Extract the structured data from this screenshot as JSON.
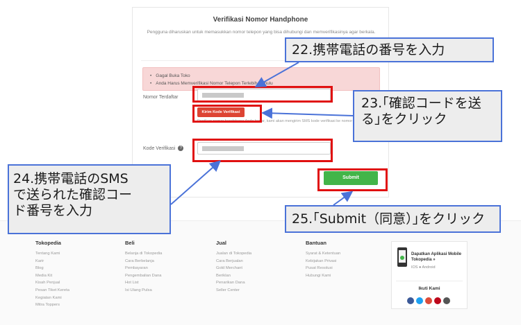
{
  "card": {
    "title": "Verifikasi Nomor Handphone",
    "description": "Pengguna diharuskan untuk memasukkan nomor telepon yang bisa dihubungi dan memverifikasinya agar berkala.",
    "alerts": [
      "Gagal Buka Toko",
      "Anda Harus Memverifikasi Nomor Telepon Terlebih Dahulu"
    ],
    "phone_label": "Nomor Terdaftar",
    "send_button": "Kirim Kode Verifikasi",
    "helper": "Pastikan nomor handphone Anda benar, kami akan mengirim SMS kode verifikasi ke nomor tersebut.",
    "code_label": "Kode Verifikasi",
    "submit_button": "Submit"
  },
  "annotations": {
    "step22": "22.携帯電話の番号を入力",
    "step23_line1": "23.｢確認コードを送",
    "step23_line2": "る｣をクリック",
    "step24_line1": "24.携帯電話のSMS",
    "step24_line2": "で送られた確認コー",
    "step24_line3": "ド番号を入力",
    "step25": "25.｢Submit（同意）｣をクリック"
  },
  "footer": {
    "tokopedia": {
      "title": "Tokopedia",
      "links": [
        "Tentang Kami",
        "Karir",
        "Blog",
        "Media Kit",
        "Kisah Penjual",
        "Pesan Tiket Kereta",
        "Kegiatan Kami",
        "Mitra Toppers"
      ]
    },
    "beli": {
      "title": "Beli",
      "links": [
        "Belanja di Tokopedia",
        "Cara Berbelanja",
        "Pembayaran",
        "Pengembalian Dana",
        "Hot List",
        "Isi Ulang Pulsa"
      ]
    },
    "jual": {
      "title": "Jual",
      "links": [
        "Jualan di Tokopedia",
        "Cara Berjualan",
        "Gold Merchant",
        "Beriklan",
        "Penarikan Dana",
        "Seller Center"
      ]
    },
    "bantuan": {
      "title": "Bantuan",
      "links": [
        "Syarat & Ketentuan",
        "Kebijakan Privasi",
        "Pusat Resolusi",
        "Hubungi Kami"
      ]
    },
    "app": {
      "title": "Dapatkan Aplikasi Mobile Tokopedia »",
      "os": "IOS ● Android",
      "follow": "Ikuti Kami"
    }
  },
  "colors": {
    "highlight": "#e01010",
    "callout_border": "#4a72d8",
    "submit_green": "#42b549",
    "send_red": "#dd4433",
    "social": [
      "#3b5998",
      "#1da1f2",
      "#dd4b39",
      "#bd081c",
      "#555555"
    ]
  },
  "icons": {
    "help": "question-circle-icon",
    "social": [
      "facebook-icon",
      "twitter-icon",
      "google-plus-icon",
      "pinterest-icon",
      "instagram-icon"
    ]
  }
}
